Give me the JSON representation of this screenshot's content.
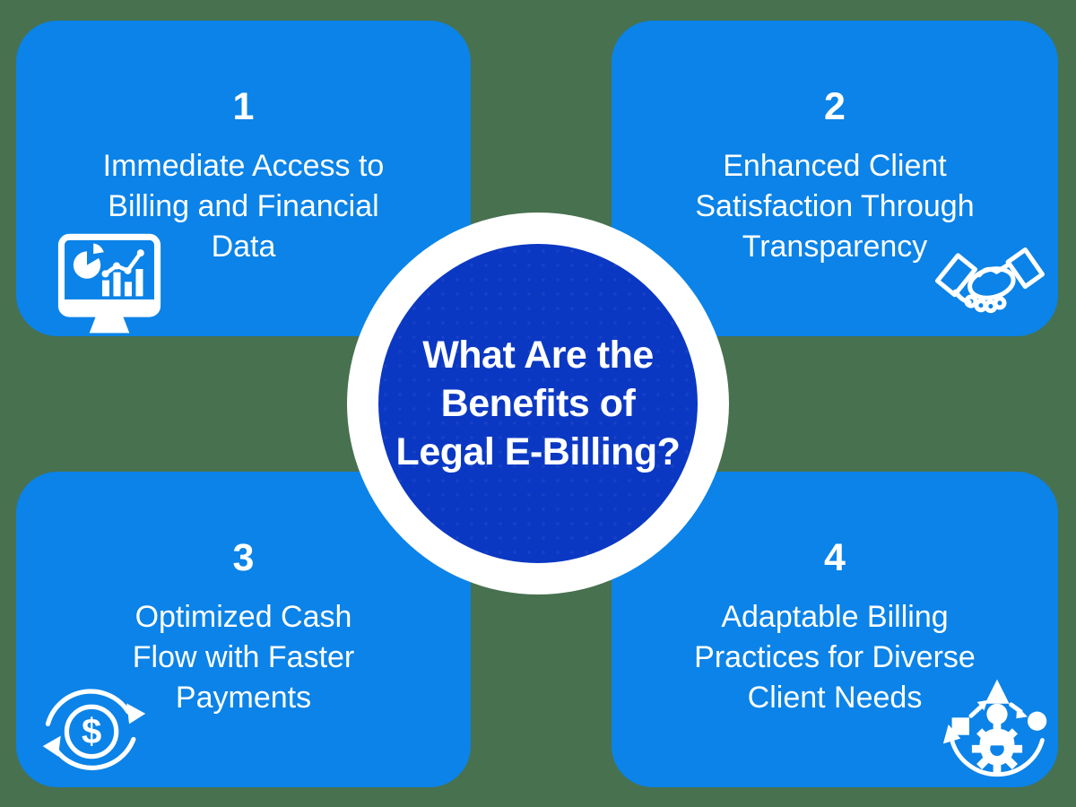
{
  "colors": {
    "background": "#48714F",
    "card_blue": "#0B83E8",
    "circle_blue": "#0B38C3",
    "text_white": "#FFFFFF"
  },
  "center": {
    "title_lines": [
      "What Are the",
      "Benefits of",
      "Legal E-Billing?"
    ]
  },
  "cards": [
    {
      "number": "1",
      "lines": [
        "Immediate Access to",
        "Billing and Financial",
        "Data"
      ],
      "icon": "monitor-analytics-icon"
    },
    {
      "number": "2",
      "lines": [
        "Enhanced Client",
        "Satisfaction Through",
        "Transparency"
      ],
      "icon": "handshake-icon"
    },
    {
      "number": "3",
      "lines": [
        "Optimized Cash",
        "Flow with Faster",
        "Payments"
      ],
      "icon": "money-cycle-icon"
    },
    {
      "number": "4",
      "lines": [
        "Adaptable Billing",
        "Practices for Diverse",
        "Client Needs"
      ],
      "icon": "adaptability-icon"
    }
  ]
}
